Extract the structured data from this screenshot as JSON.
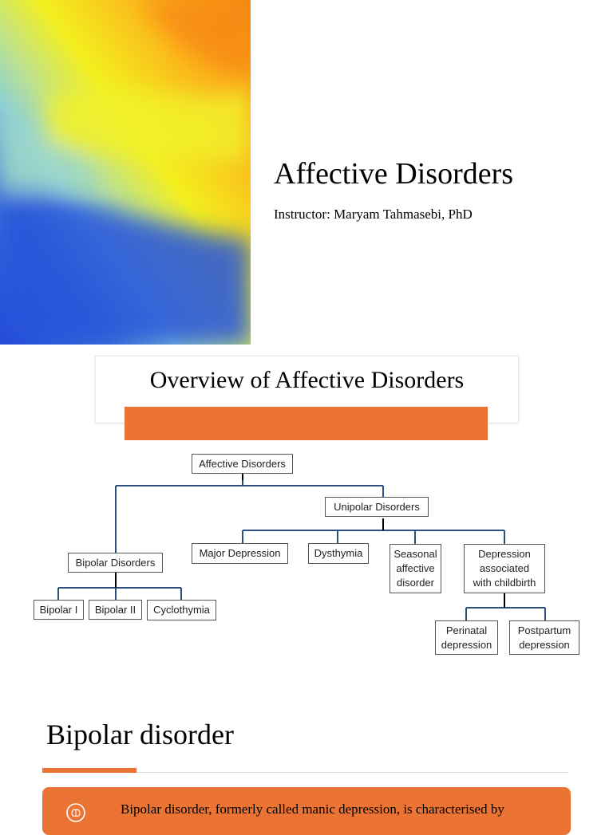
{
  "slide1": {
    "title": "Affective Disorders",
    "subtitle": "Instructor: Maryam Tahmasebi, PhD"
  },
  "slide2": {
    "title": "Overview of Affective Disorders",
    "colors": {
      "accent": "#eb7434",
      "connector": "#2e4f7e",
      "box_border": "#555555"
    },
    "chart": {
      "root": "Affective Disorders",
      "unipolar": "Unipolar Disorders",
      "bipolar": "Bipolar Disorders",
      "major_depression": "Major Depression",
      "dysthymia": "Dysthymia",
      "seasonal": "Seasonal\naffective\ndisorder",
      "childbirth": "Depression\nassociated\nwith childbirth",
      "bipolar_1": "Bipolar I",
      "bipolar_2": "Bipolar II",
      "cyclothymia": "Cyclothymia",
      "perinatal": "Perinatal\ndepression",
      "postpartum": "Postpartum\ndepression"
    }
  },
  "slide3": {
    "title": "Bipolar disorder",
    "body": "Bipolar disorder, formerly called manic depression, is characterised by",
    "icon": "brain-icon"
  }
}
